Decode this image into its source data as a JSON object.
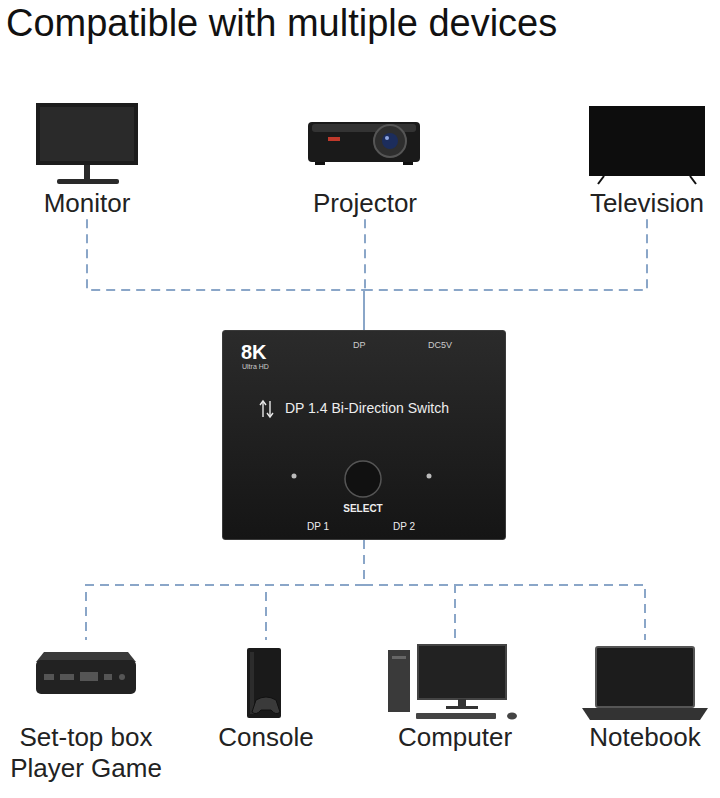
{
  "diagram": {
    "title": "Compatible with multiple devices",
    "nodes": [
      {
        "text": [
          "Monitor"
        ]
      },
      {
        "text": [
          "Projector"
        ]
      },
      {
        "text": [
          "Television"
        ]
      },
      {
        "text": [
          "8K",
          "Ultra HD",
          "DP",
          "DC5V",
          "DP 1.4 Bi-Direction Switch",
          "SELECT",
          "DP 1",
          "DP 2"
        ]
      },
      {
        "text": [
          "Set-top box Player Game"
        ]
      },
      {
        "text": [
          "Console"
        ]
      },
      {
        "text": [
          "Computer"
        ]
      },
      {
        "text": [
          "Notebook"
        ]
      }
    ],
    "edges": [
      {
        "from": 0,
        "to": 3,
        "arrow": "none"
      },
      {
        "from": 1,
        "to": 3,
        "arrow": "none"
      },
      {
        "from": 2,
        "to": 3,
        "arrow": "none"
      },
      {
        "from": 3,
        "to": 4,
        "arrow": "none"
      },
      {
        "from": 3,
        "to": 5,
        "arrow": "none"
      },
      {
        "from": 3,
        "to": 6,
        "arrow": "none"
      },
      {
        "from": 3,
        "to": 7,
        "arrow": "none"
      }
    ]
  }
}
